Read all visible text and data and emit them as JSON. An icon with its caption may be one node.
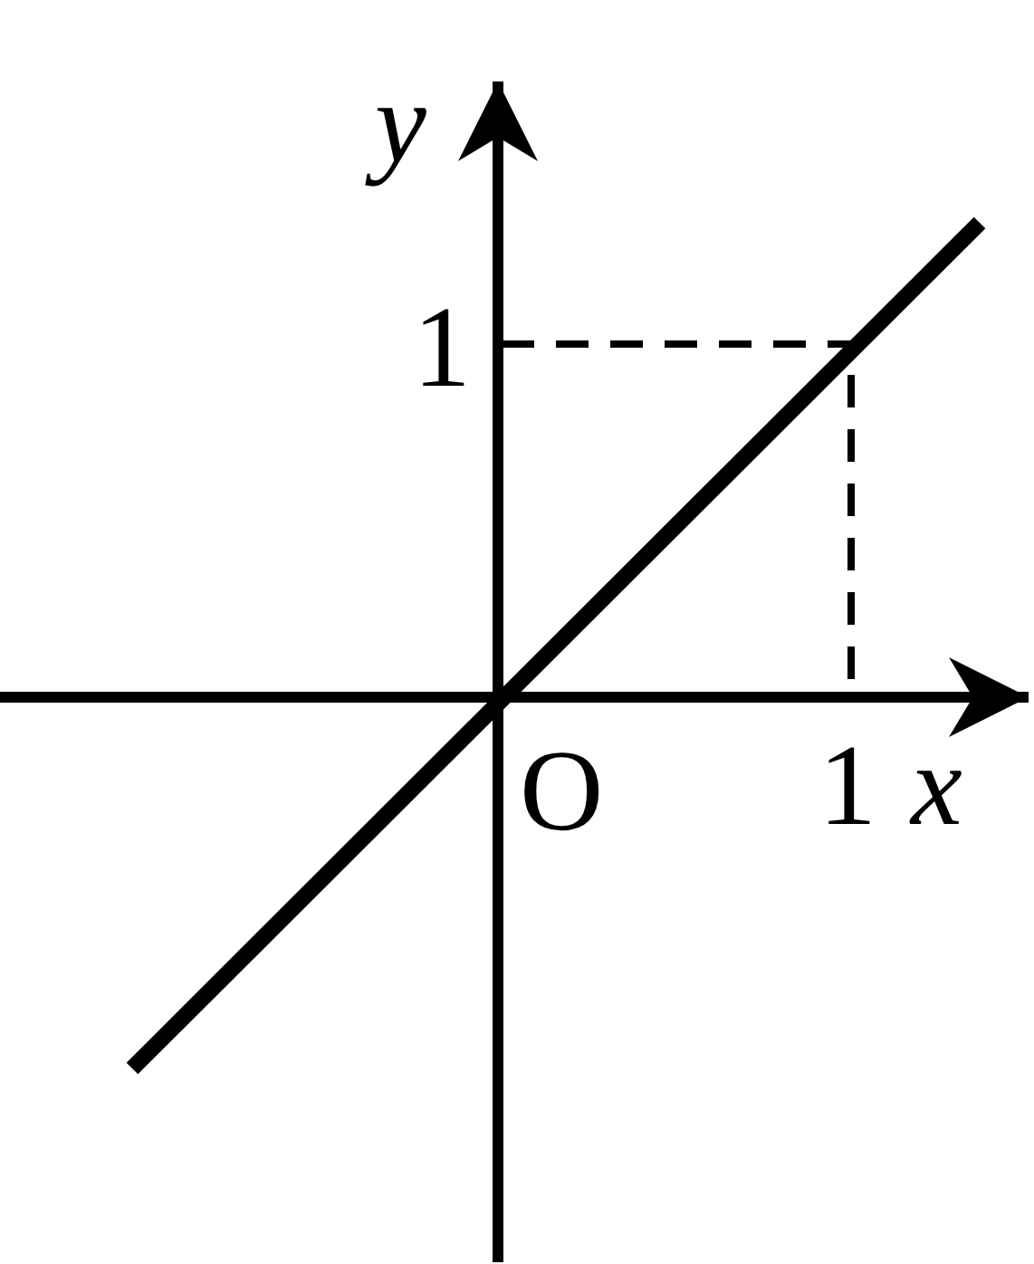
{
  "diagram": {
    "labels": [
      "y",
      "1",
      "O",
      "1",
      "x"
    ]
  }
}
